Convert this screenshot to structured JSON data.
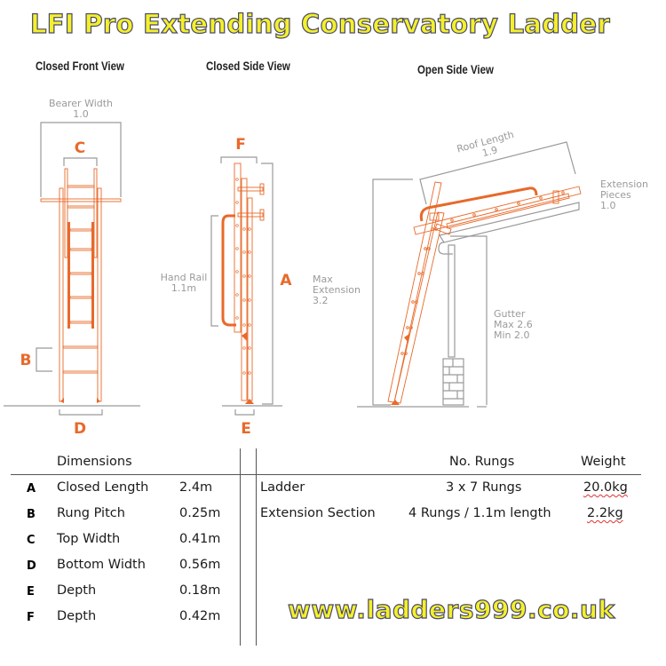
{
  "title": "LFI Pro Extending Conservatory Ladder",
  "views": {
    "closed_front": "Closed Front View",
    "closed_side": "Closed Side View",
    "open_side": "Open Side View"
  },
  "diagram_labels": {
    "bearer_width_label": "Bearer Width",
    "bearer_width_value": "1.0",
    "hand_rail_label": "Hand Rail",
    "hand_rail_value": "1.1m",
    "roof_length_label": "Roof Length",
    "roof_length_value": "1.9",
    "extension_pieces_label1": "Extension",
    "extension_pieces_label2": "Pieces",
    "extension_pieces_value": "1.0",
    "max_extension_label1": "Max",
    "max_extension_label2": "Extension",
    "max_extension_value": "3.2",
    "gutter_label": "Gutter",
    "gutter_max": "Max 2.6",
    "gutter_min": "Min 2.0",
    "letters": {
      "A": "A",
      "B": "B",
      "C": "C",
      "D": "D",
      "E": "E",
      "F": "F"
    }
  },
  "colors": {
    "ladder_orange": "#e8692a",
    "dimension_gray": "#9a9a9a",
    "title_yellow": "#f4f02a"
  },
  "dimensions_table": {
    "header": "Dimensions",
    "rows": [
      {
        "letter": "A",
        "name": "Closed Length",
        "value": "2.4m"
      },
      {
        "letter": "B",
        "name": "Rung Pitch",
        "value": "0.25m"
      },
      {
        "letter": "C",
        "name": "Top Width",
        "value": "0.41m"
      },
      {
        "letter": "D",
        "name": "Bottom Width",
        "value": "0.56m"
      },
      {
        "letter": "E",
        "name": "Depth",
        "value": "0.18m"
      },
      {
        "letter": "F",
        "name": "Depth",
        "value": "0.42m"
      }
    ]
  },
  "specs_table": {
    "headers": {
      "rungs": "No. Rungs",
      "weight": "Weight"
    },
    "rows": [
      {
        "name": "Ladder",
        "rungs": "3 x 7 Rungs",
        "weight": "20.0kg"
      },
      {
        "name": "Extension Section",
        "rungs": "4 Rungs / 1.1m length",
        "weight": "2.2kg"
      }
    ]
  },
  "website": "www.ladders999.co.uk"
}
